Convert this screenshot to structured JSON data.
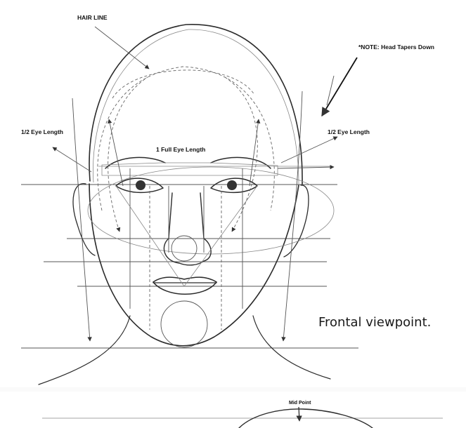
{
  "labels": {
    "hairline": "HAIR LINE",
    "note": "*NOTE:  Head Tapers Down",
    "half_eye_left": "1/2 Eye Length",
    "half_eye_right": "1/2 Eye Length",
    "full_eye": "1 Full Eye Length",
    "midpoint": "Mid Point"
  },
  "caption": "Frontal viewpoint.",
  "colors": {
    "pencil": "#2b2b2b",
    "background": "#ffffff"
  }
}
